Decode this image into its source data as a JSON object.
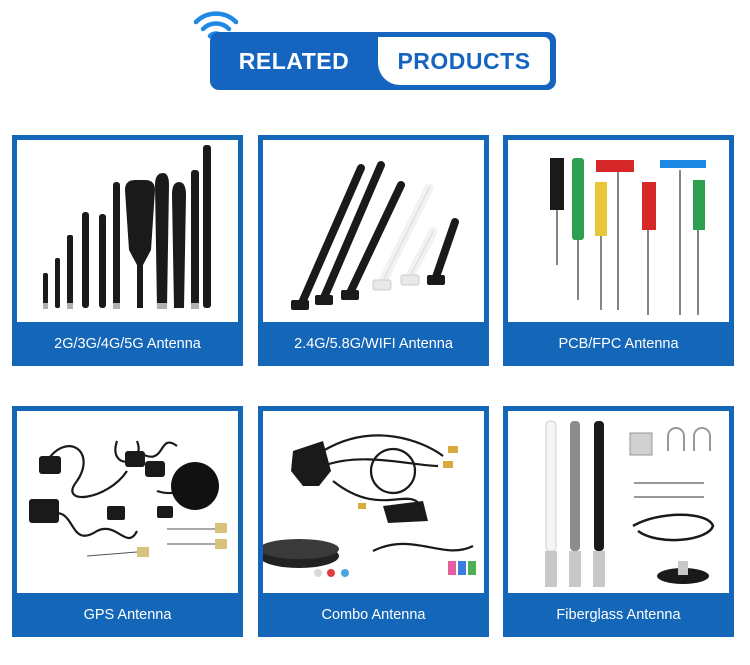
{
  "header": {
    "left_text": "RELATED",
    "right_text": "PRODUCTS",
    "icon": "wifi-icon"
  },
  "colors": {
    "brand_blue": "#1565c0",
    "card_blue": "#1466b8",
    "white": "#ffffff"
  },
  "products": [
    {
      "label": "2G/3G/4G/5G Antenna",
      "image": "cellular-antennas-image"
    },
    {
      "label": "2.4G/5.8G/WIFI Antenna",
      "image": "wifi-antennas-image"
    },
    {
      "label": "PCB/FPC Antenna",
      "image": "pcb-fpc-antennas-image"
    },
    {
      "label": "GPS Antenna",
      "image": "gps-antennas-image"
    },
    {
      "label": "Combo Antenna",
      "image": "combo-antennas-image"
    },
    {
      "label": "Fiberglass Antenna",
      "image": "fiberglass-antennas-image"
    }
  ]
}
